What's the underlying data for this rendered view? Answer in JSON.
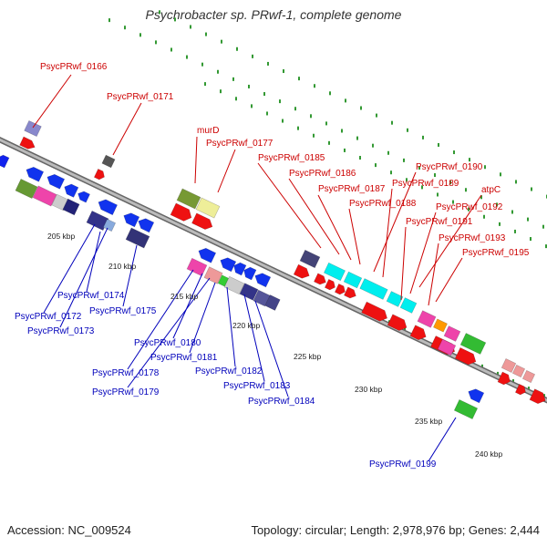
{
  "title": "Psychrobacter sp. PRwf-1, complete genome",
  "footer": {
    "accession": "Accession: NC_009524",
    "topology": "Topology: circular; Length: 2,978,976 bp; Genes: 2,444"
  },
  "colors": {
    "upper_label": "#cc0000",
    "lower_label": "#0000bb",
    "backbone": "#999999",
    "tick_dot": "#339933"
  },
  "ticks": [
    "205 kbp",
    "210 kbp",
    "215 kbp",
    "220 kbp",
    "225 kbp",
    "230 kbp",
    "235 kbp",
    "240 kbp"
  ],
  "upper_labels": [
    "PsycPRwf_0166",
    "PsycPRwf_0171",
    "murD",
    "PsycPRwf_0177",
    "PsycPRwf_0185",
    "PsycPRwf_0186",
    "PsycPRwf_0187",
    "PsycPRwf_0188",
    "PsycPRwf_0190",
    "PsycPRwf_0189",
    "atpC",
    "PsycPRwf_0192",
    "PsycPRwf_0191",
    "PsycPRwf_0193",
    "PsycPRwf_0195"
  ],
  "lower_labels": [
    "PsycPRwf_0174",
    "PsycPRwf_0172",
    "PsycPRwf_0173",
    "PsycPRwf_0175",
    "PsycPRwf_0180",
    "PsycPRwf_0181",
    "PsycPRwf_0178",
    "PsycPRwf_0182",
    "PsycPRwf_0179",
    "PsycPRwf_0183",
    "PsycPRwf_0184",
    "PsycPRwf_0199"
  ]
}
